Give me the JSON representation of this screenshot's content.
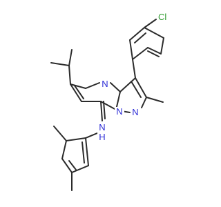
{
  "molecule": {
    "atoms": {
      "cl": {
        "text": "Cl",
        "color": "#2e9b2e"
      },
      "n_pyrimidine": {
        "text": "N",
        "color": "#2b2bd6"
      },
      "n_bridge": {
        "text": "N",
        "color": "#2b2bd6"
      },
      "n_pyrazole": {
        "text": "N",
        "color": "#2b2bd6"
      },
      "nh_amine": {
        "text": "N",
        "color": "#2b2bd6"
      },
      "h_amine": {
        "text": "H",
        "color": "#2b2bd6"
      }
    },
    "bond_color": "#2b2b2b"
  }
}
